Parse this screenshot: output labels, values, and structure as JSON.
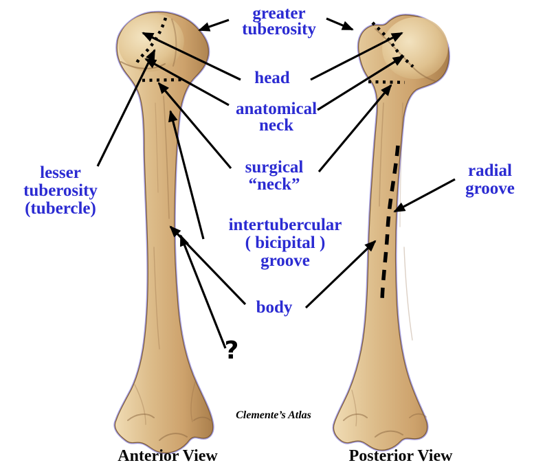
{
  "colors": {
    "label_blue": "#2b2bd2",
    "arrow_black": "#000000",
    "caption_black": "#0a0a0a",
    "bone_light": "#f0dcb4",
    "bone_mid": "#d9b988",
    "bone_dark": "#aa7f4c",
    "bone_outline": "#7a5a35",
    "halo_purple": "#8f86d8"
  },
  "labels": {
    "greater_tuberosity": {
      "text": "greater\ntuberosity"
    },
    "head": {
      "text": "head"
    },
    "anatomical_neck": {
      "text": "anatomical\nneck"
    },
    "surgical_neck": {
      "text": "surgical\n“neck”"
    },
    "intertubercular_groove": {
      "text": "intertubercular\n( bicipital )\ngroove"
    },
    "body": {
      "text": "body"
    },
    "lesser_tuberosity": {
      "text": "lesser\ntuberosity\n(tubercle)"
    },
    "radial_groove": {
      "text": "radial\ngroove"
    },
    "question_mark": {
      "text": "?"
    },
    "attribution": {
      "text": "Clemente’s Atlas"
    },
    "caption_anterior": {
      "text": "Anterior View"
    },
    "caption_posterior": {
      "text": "Posterior View"
    }
  }
}
